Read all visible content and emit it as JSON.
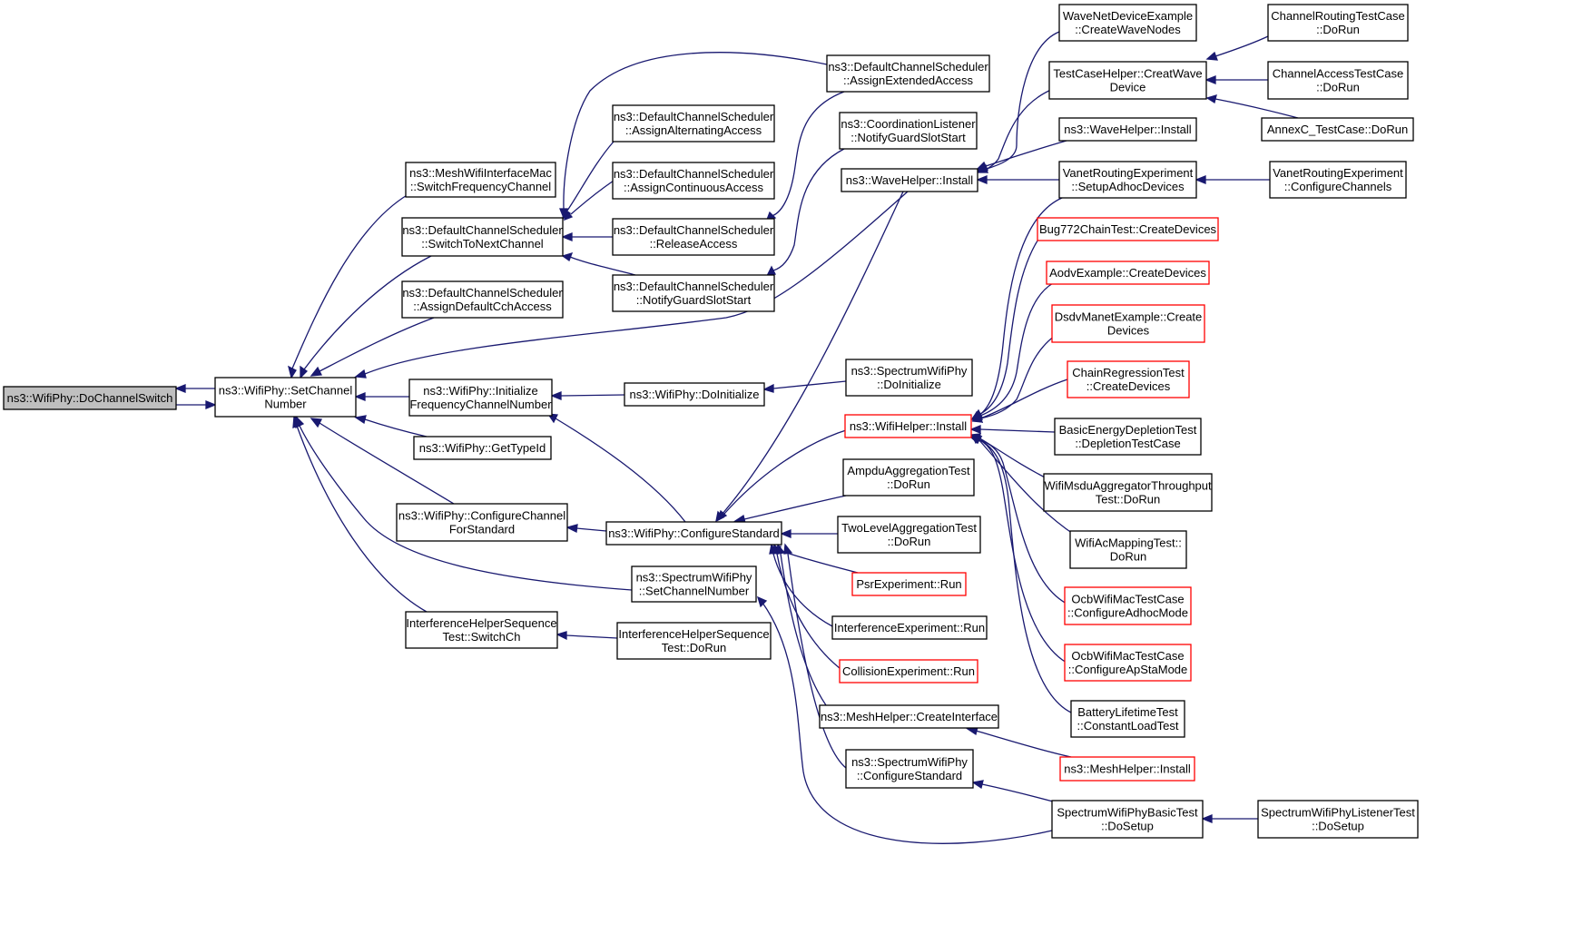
{
  "colors": {
    "edge": "#191970",
    "node_border": "#000000",
    "node_link_border": "#ff0000",
    "root_fill": "#bfbfbf",
    "node_fill": "#ffffff",
    "text": "#000000"
  },
  "nodes": [
    {
      "id": "n0",
      "lines": [
        "ns3::WifiPhy::DoChannelSwitch"
      ],
      "style": "root"
    },
    {
      "id": "n1",
      "lines": [
        "ns3::WifiPhy::SetChannel",
        "Number"
      ],
      "style": "normal"
    },
    {
      "id": "n2",
      "lines": [
        "ns3::MeshWifiInterfaceMac",
        "::SwitchFrequencyChannel"
      ],
      "style": "normal"
    },
    {
      "id": "n3",
      "lines": [
        "ns3::DefaultChannelScheduler",
        "::SwitchToNextChannel"
      ],
      "style": "normal"
    },
    {
      "id": "n4",
      "lines": [
        "ns3::DefaultChannelScheduler",
        "::AssignDefaultCchAccess"
      ],
      "style": "normal"
    },
    {
      "id": "n5",
      "lines": [
        "ns3::WifiPhy::Initialize",
        "FrequencyChannelNumber"
      ],
      "style": "normal"
    },
    {
      "id": "n6",
      "lines": [
        "ns3::WifiPhy::GetTypeId"
      ],
      "style": "normal"
    },
    {
      "id": "n7",
      "lines": [
        "ns3::WifiPhy::ConfigureChannel",
        "ForStandard"
      ],
      "style": "normal"
    },
    {
      "id": "n8",
      "lines": [
        "InterferenceHelperSequence",
        "Test::SwitchCh"
      ],
      "style": "normal"
    },
    {
      "id": "n9",
      "lines": [
        "ns3::DefaultChannelScheduler",
        "::AssignAlternatingAccess"
      ],
      "style": "normal"
    },
    {
      "id": "n10",
      "lines": [
        "ns3::DefaultChannelScheduler",
        "::AssignContinuousAccess"
      ],
      "style": "normal"
    },
    {
      "id": "n11",
      "lines": [
        "ns3::DefaultChannelScheduler",
        "::ReleaseAccess"
      ],
      "style": "normal"
    },
    {
      "id": "n12",
      "lines": [
        "ns3::DefaultChannelScheduler",
        "::NotifyGuardSlotStart"
      ],
      "style": "normal"
    },
    {
      "id": "n13",
      "lines": [
        "ns3::WifiPhy::DoInitialize"
      ],
      "style": "normal"
    },
    {
      "id": "n14",
      "lines": [
        "ns3::WifiPhy::ConfigureStandard"
      ],
      "style": "normal"
    },
    {
      "id": "n15",
      "lines": [
        "ns3::SpectrumWifiPhy",
        "::SetChannelNumber"
      ],
      "style": "normal"
    },
    {
      "id": "n16",
      "lines": [
        "InterferenceHelperSequence",
        "Test::DoRun"
      ],
      "style": "normal"
    },
    {
      "id": "n17",
      "lines": [
        "ns3::DefaultChannelScheduler",
        "::AssignExtendedAccess"
      ],
      "style": "normal"
    },
    {
      "id": "n18",
      "lines": [
        "ns3::CoordinationListener",
        "::NotifyGuardSlotStart"
      ],
      "style": "normal"
    },
    {
      "id": "n19",
      "lines": [
        "ns3::WaveHelper::Install"
      ],
      "style": "normal"
    },
    {
      "id": "n20",
      "lines": [
        "ns3::SpectrumWifiPhy",
        "::DoInitialize"
      ],
      "style": "normal"
    },
    {
      "id": "n21",
      "lines": [
        "ns3::WifiHelper::Install"
      ],
      "style": "link"
    },
    {
      "id": "n22",
      "lines": [
        "AmpduAggregationTest",
        "::DoRun"
      ],
      "style": "normal"
    },
    {
      "id": "n23",
      "lines": [
        "TwoLevelAggregationTest",
        "::DoRun"
      ],
      "style": "normal"
    },
    {
      "id": "n24",
      "lines": [
        "PsrExperiment::Run"
      ],
      "style": "link"
    },
    {
      "id": "n25",
      "lines": [
        "InterferenceExperiment::Run"
      ],
      "style": "normal"
    },
    {
      "id": "n26",
      "lines": [
        "CollisionExperiment::Run"
      ],
      "style": "link"
    },
    {
      "id": "n27",
      "lines": [
        "ns3::MeshHelper::CreateInterface"
      ],
      "style": "normal"
    },
    {
      "id": "n28",
      "lines": [
        "ns3::SpectrumWifiPhy",
        "::ConfigureStandard"
      ],
      "style": "normal"
    },
    {
      "id": "n29",
      "lines": [
        "WaveNetDeviceExample",
        "::CreateWaveNodes"
      ],
      "style": "normal"
    },
    {
      "id": "n30",
      "lines": [
        "TestCaseHelper::CreatWave",
        "Device"
      ],
      "style": "normal"
    },
    {
      "id": "n31",
      "lines": [
        "ns3::WaveHelper::Install"
      ],
      "style": "normal"
    },
    {
      "id": "n32",
      "lines": [
        "VanetRoutingExperiment",
        "::SetupAdhocDevices"
      ],
      "style": "normal"
    },
    {
      "id": "n33",
      "lines": [
        "Bug772ChainTest::CreateDevices"
      ],
      "style": "link"
    },
    {
      "id": "n34",
      "lines": [
        "AodvExample::CreateDevices"
      ],
      "style": "link"
    },
    {
      "id": "n35",
      "lines": [
        "DsdvManetExample::Create",
        "Devices"
      ],
      "style": "link"
    },
    {
      "id": "n36",
      "lines": [
        "ChainRegressionTest",
        "::CreateDevices"
      ],
      "style": "link"
    },
    {
      "id": "n37",
      "lines": [
        "BasicEnergyDepletionTest",
        "::DepletionTestCase"
      ],
      "style": "normal"
    },
    {
      "id": "n38",
      "lines": [
        "WifiMsduAggregatorThroughput",
        "Test::DoRun"
      ],
      "style": "normal"
    },
    {
      "id": "n39",
      "lines": [
        "WifiAcMappingTest::",
        "DoRun"
      ],
      "style": "normal"
    },
    {
      "id": "n40",
      "lines": [
        "OcbWifiMacTestCase",
        "::ConfigureAdhocMode"
      ],
      "style": "link"
    },
    {
      "id": "n41",
      "lines": [
        "OcbWifiMacTestCase",
        "::ConfigureApStaMode"
      ],
      "style": "link"
    },
    {
      "id": "n42",
      "lines": [
        "BatteryLifetimeTest",
        "::ConstantLoadTest"
      ],
      "style": "normal"
    },
    {
      "id": "n43",
      "lines": [
        "ns3::MeshHelper::Install"
      ],
      "style": "link"
    },
    {
      "id": "n44",
      "lines": [
        "SpectrumWifiPhyBasicTest",
        "::DoSetup"
      ],
      "style": "normal"
    },
    {
      "id": "n45",
      "lines": [
        "ChannelRoutingTestCase",
        "::DoRun"
      ],
      "style": "normal"
    },
    {
      "id": "n46",
      "lines": [
        "ChannelAccessTestCase",
        "::DoRun"
      ],
      "style": "normal"
    },
    {
      "id": "n47",
      "lines": [
        "AnnexC_TestCase::DoRun"
      ],
      "style": "normal"
    },
    {
      "id": "n48",
      "lines": [
        "VanetRoutingExperiment",
        "::ConfigureChannels"
      ],
      "style": "normal"
    },
    {
      "id": "n49",
      "lines": [
        "SpectrumWifiPhyListenerTest",
        "::DoSetup"
      ],
      "style": "normal"
    }
  ],
  "edges": [
    {
      "from": "n1",
      "to": "n0"
    },
    {
      "from": "n0",
      "to": "n1"
    },
    {
      "from": "n2",
      "to": "n1"
    },
    {
      "from": "n3",
      "to": "n1"
    },
    {
      "from": "n4",
      "to": "n1"
    },
    {
      "from": "n5",
      "to": "n1"
    },
    {
      "from": "n6",
      "to": "n1"
    },
    {
      "from": "n7",
      "to": "n1"
    },
    {
      "from": "n8",
      "to": "n1"
    },
    {
      "from": "n15",
      "to": "n1"
    },
    {
      "from": "n19",
      "to": "n1"
    },
    {
      "from": "n9",
      "to": "n3"
    },
    {
      "from": "n10",
      "to": "n3"
    },
    {
      "from": "n11",
      "to": "n3"
    },
    {
      "from": "n12",
      "to": "n3"
    },
    {
      "from": "n17",
      "to": "n3"
    },
    {
      "from": "n17",
      "to": "n11"
    },
    {
      "from": "n18",
      "to": "n12"
    },
    {
      "from": "n13",
      "to": "n5"
    },
    {
      "from": "n14",
      "to": "n5"
    },
    {
      "from": "n20",
      "to": "n13"
    },
    {
      "from": "n14",
      "to": "n7"
    },
    {
      "from": "n16",
      "to": "n8"
    },
    {
      "from": "n19",
      "to": "n14"
    },
    {
      "from": "n21",
      "to": "n14"
    },
    {
      "from": "n22",
      "to": "n14"
    },
    {
      "from": "n23",
      "to": "n14"
    },
    {
      "from": "n24",
      "to": "n14"
    },
    {
      "from": "n25",
      "to": "n14"
    },
    {
      "from": "n26",
      "to": "n14"
    },
    {
      "from": "n27",
      "to": "n14"
    },
    {
      "from": "n28",
      "to": "n14"
    },
    {
      "from": "n44",
      "to": "n15"
    },
    {
      "from": "n29",
      "to": "n19"
    },
    {
      "from": "n30",
      "to": "n19"
    },
    {
      "from": "n31",
      "to": "n19"
    },
    {
      "from": "n32",
      "to": "n19"
    },
    {
      "from": "n33",
      "to": "n21"
    },
    {
      "from": "n34",
      "to": "n21"
    },
    {
      "from": "n35",
      "to": "n21"
    },
    {
      "from": "n36",
      "to": "n21"
    },
    {
      "from": "n37",
      "to": "n21"
    },
    {
      "from": "n38",
      "to": "n21"
    },
    {
      "from": "n39",
      "to": "n21"
    },
    {
      "from": "n40",
      "to": "n21"
    },
    {
      "from": "n41",
      "to": "n21"
    },
    {
      "from": "n42",
      "to": "n21"
    },
    {
      "from": "n32",
      "to": "n21"
    },
    {
      "from": "n43",
      "to": "n27"
    },
    {
      "from": "n44",
      "to": "n28"
    },
    {
      "from": "n45",
      "to": "n30"
    },
    {
      "from": "n46",
      "to": "n30"
    },
    {
      "from": "n47",
      "to": "n30"
    },
    {
      "from": "n48",
      "to": "n32"
    },
    {
      "from": "n49",
      "to": "n44"
    }
  ]
}
